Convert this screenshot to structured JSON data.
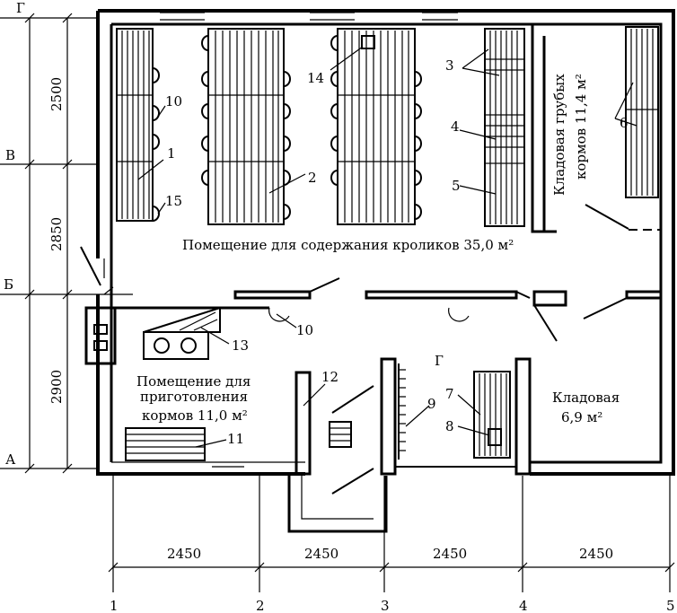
{
  "axes_horizontal": [
    "1",
    "2",
    "3",
    "4",
    "5"
  ],
  "axes_vertical": [
    "Г",
    "В",
    "Б",
    "А"
  ],
  "dimensions_horizontal": [
    "2450",
    "2450",
    "2450",
    "2450"
  ],
  "dimensions_vertical": [
    "2500",
    "2850",
    "2900"
  ],
  "rooms": {
    "main": "Помещение для содержания кроликов 35,0 м²",
    "feed_prep_line1": "Помещение для",
    "feed_prep_line2": "приготовления",
    "feed_prep_line3": "кормов 11,0 м²",
    "pantry_line1": "Кладовая",
    "pantry_line2": "6,9 м²",
    "rough_feed_line1": "Кладовая грубых",
    "rough_feed_line2": "кормов 11,4 м²",
    "corridor": "Г"
  },
  "callouts": [
    "1",
    "2",
    "3",
    "4",
    "5",
    "6",
    "7",
    "8",
    "9",
    "10",
    "10",
    "11",
    "12",
    "13",
    "14",
    "15"
  ]
}
